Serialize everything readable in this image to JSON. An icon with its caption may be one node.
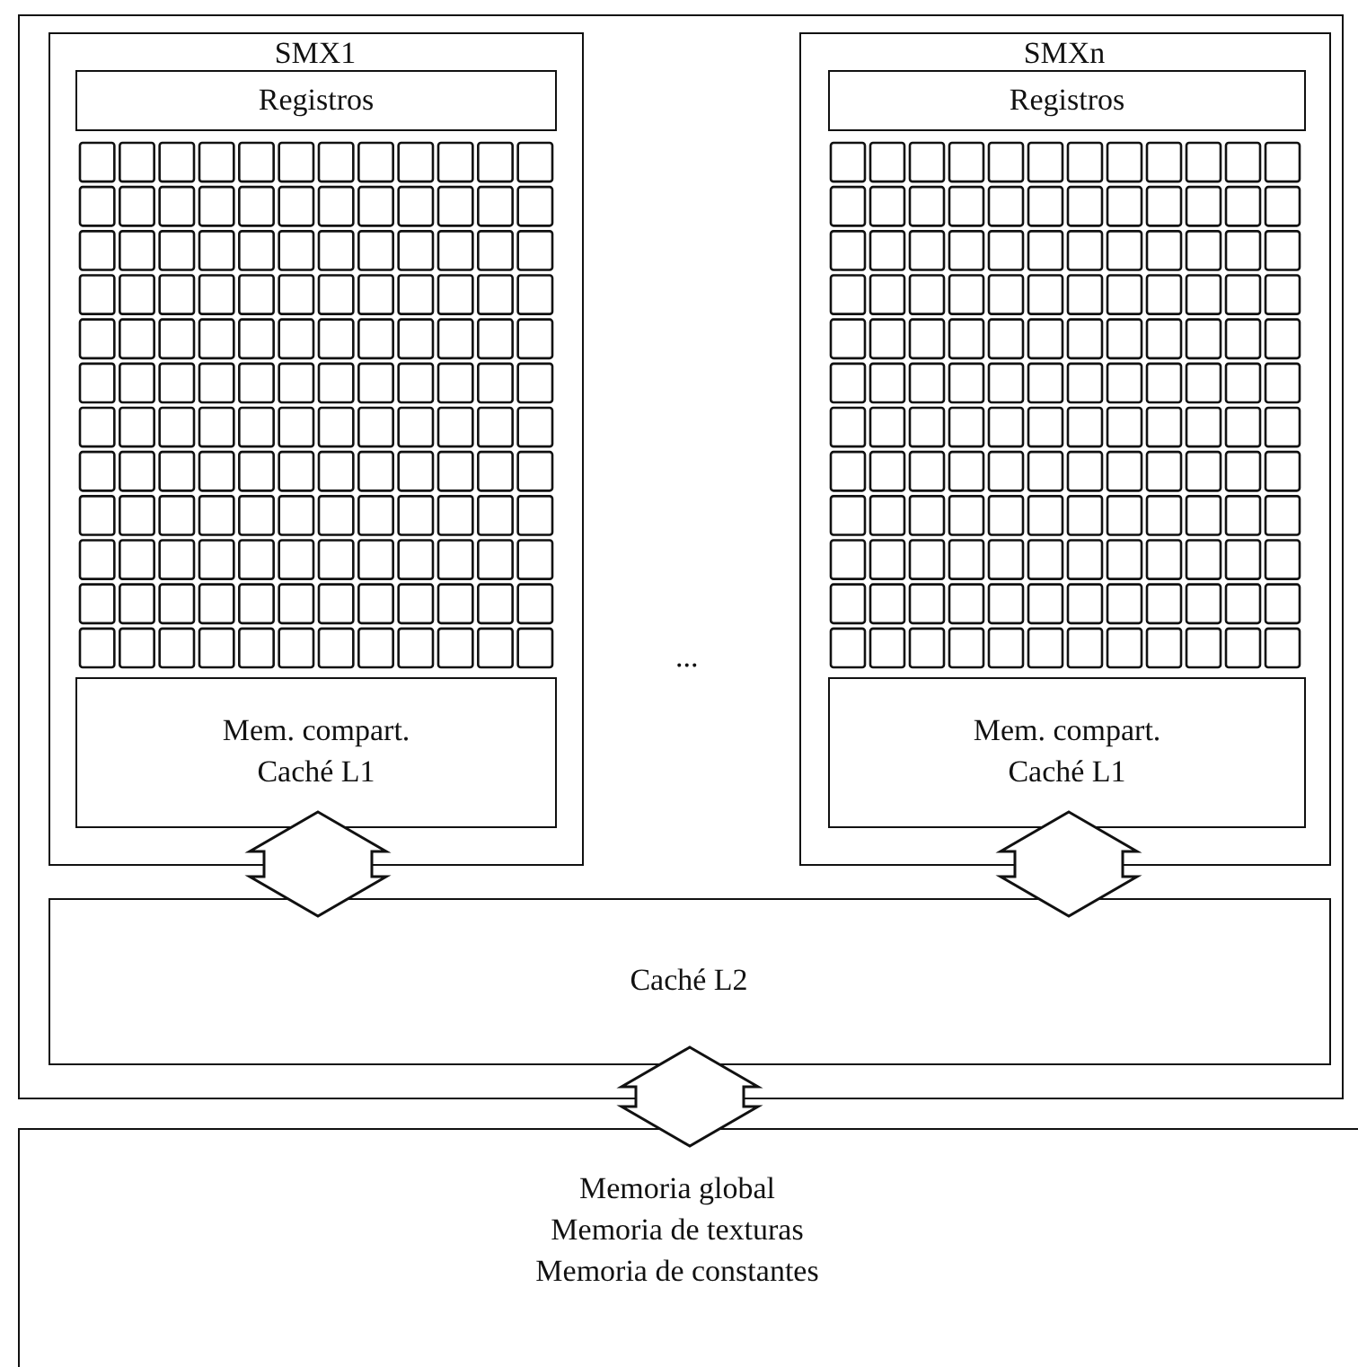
{
  "diagram": {
    "nodes": [
      {
        "text": [],
        "shape": "box"
      },
      {
        "text": [
          "SMX1"
        ],
        "in": 0
      },
      {
        "text": [
          "Registros"
        ],
        "in": 1
      },
      {
        "text": [
          "Mem. compart. Caché L1"
        ],
        "in": 1
      },
      {
        "text": [
          "SMXn"
        ],
        "in": 0
      },
      {
        "text": [
          "Registros"
        ],
        "in": 4
      },
      {
        "text": [
          "Mem. compart. Caché L1"
        ],
        "in": 4
      },
      {
        "text": [
          "Caché L2"
        ],
        "in": 0
      },
      {
        "text": [
          "Memoria global",
          "Memoria de texturas",
          "Memoria de constantes"
        ]
      }
    ],
    "edges": [
      {
        "from": 3,
        "to": 7,
        "arrow": "both"
      },
      {
        "from": 6,
        "to": 7,
        "arrow": "both"
      },
      {
        "from": 7,
        "to": 8,
        "arrow": "both"
      }
    ],
    "labels": [
      "..."
    ]
  }
}
